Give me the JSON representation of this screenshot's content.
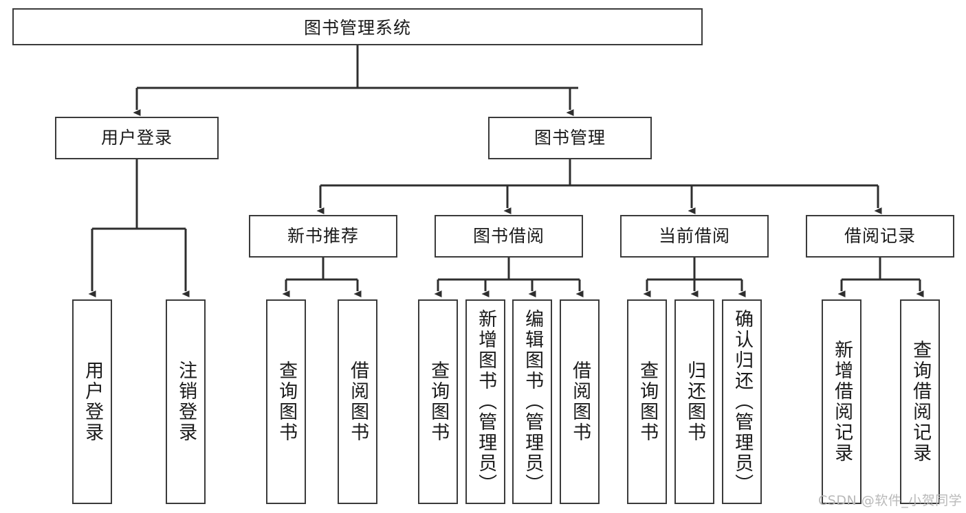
{
  "diagram": {
    "title": "图书管理系统",
    "type": "tree-hierarchy",
    "watermark": "CSDN @软件_小贺同学",
    "colors": {
      "stroke": "#3a3a3a",
      "fill": "#ffffff",
      "text": "#1a1a1a",
      "watermark": "#b9b9b9"
    }
  },
  "nodes": {
    "root": {
      "label": "图书管理系统"
    },
    "level2": [
      {
        "id": "user-login",
        "label": "用户登录"
      },
      {
        "id": "book-manage",
        "label": "图书管理"
      }
    ],
    "level3": [
      {
        "id": "new-book-recommend",
        "label": "新书推荐"
      },
      {
        "id": "book-borrow",
        "label": "图书借阅"
      },
      {
        "id": "current-borrow",
        "label": "当前借阅"
      },
      {
        "id": "borrow-record",
        "label": "借阅记录"
      }
    ],
    "leaves": {
      "user_login": [
        {
          "id": "leaf-user-login",
          "label": "用户登录"
        },
        {
          "id": "leaf-logout-login",
          "label": "注销登录"
        }
      ],
      "new_book_recommend": [
        {
          "id": "leaf-query-book-1",
          "label": "查询图书"
        },
        {
          "id": "leaf-borrow-book-1",
          "label": "借阅图书"
        }
      ],
      "book_borrow": [
        {
          "id": "leaf-query-book-2",
          "label": "查询图书"
        },
        {
          "id": "leaf-add-book",
          "label": "新增图书（管理员）"
        },
        {
          "id": "leaf-edit-book",
          "label": "编辑图书（管理员）"
        },
        {
          "id": "leaf-borrow-book-2",
          "label": "借阅图书"
        }
      ],
      "current_borrow": [
        {
          "id": "leaf-query-book-3",
          "label": "查询图书"
        },
        {
          "id": "leaf-return-book",
          "label": "归还图书"
        },
        {
          "id": "leaf-confirm-return",
          "label": "确认归还（管理员）"
        }
      ],
      "borrow_record": [
        {
          "id": "leaf-add-record",
          "label": "新增借阅记录"
        },
        {
          "id": "leaf-query-record",
          "label": "查询借阅记录"
        }
      ]
    }
  }
}
